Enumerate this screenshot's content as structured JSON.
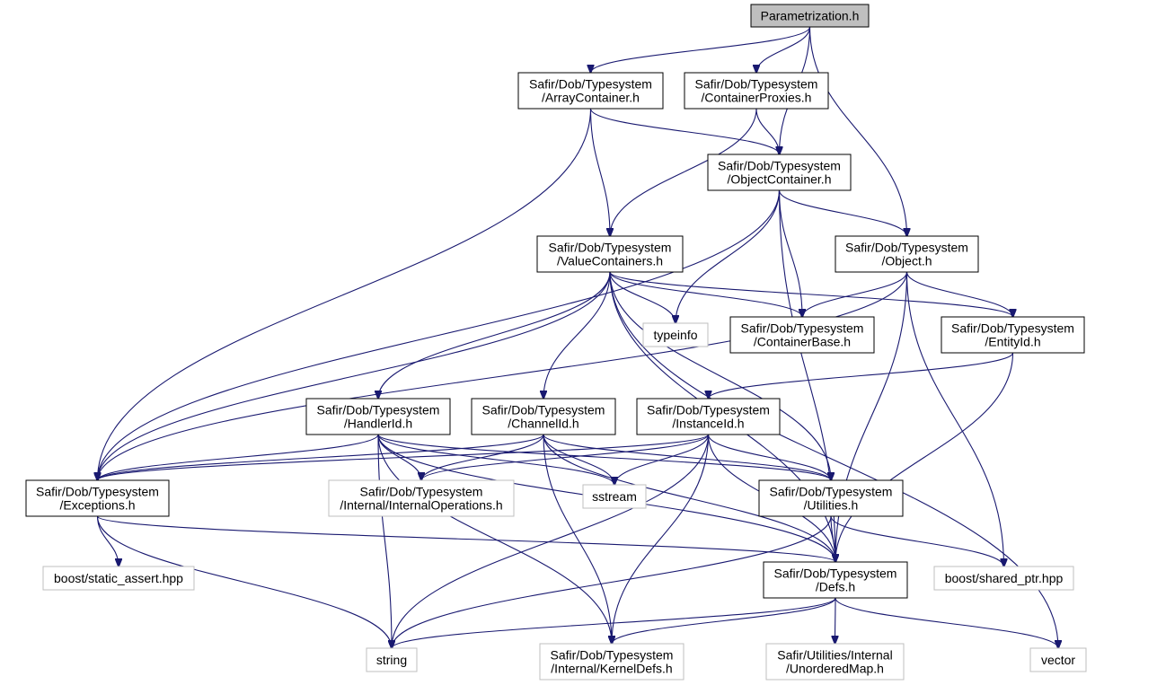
{
  "colors": {
    "edge": "#191970",
    "node_border": "#000000",
    "external_border": "#bfbfbf",
    "root_fill": "#bfbfbf",
    "node_fill": "#ffffff",
    "text": "#000000"
  },
  "nodes": {
    "param": {
      "lines": [
        "Parametrization.h"
      ],
      "style": "root"
    },
    "arr": {
      "lines": [
        "Safir/Dob/Typesystem",
        "/ArrayContainer.h"
      ],
      "style": "normal"
    },
    "cprox": {
      "lines": [
        "Safir/Dob/Typesystem",
        "/ContainerProxies.h"
      ],
      "style": "normal"
    },
    "objc": {
      "lines": [
        "Safir/Dob/Typesystem",
        "/ObjectContainer.h"
      ],
      "style": "normal"
    },
    "valc": {
      "lines": [
        "Safir/Dob/Typesystem",
        "/ValueContainers.h"
      ],
      "style": "normal"
    },
    "obj": {
      "lines": [
        "Safir/Dob/Typesystem",
        "/Object.h"
      ],
      "style": "normal"
    },
    "typeinfo": {
      "lines": [
        "typeinfo"
      ],
      "style": "external"
    },
    "cbase": {
      "lines": [
        "Safir/Dob/Typesystem",
        "/ContainerBase.h"
      ],
      "style": "normal"
    },
    "entity": {
      "lines": [
        "Safir/Dob/Typesystem",
        "/EntityId.h"
      ],
      "style": "normal"
    },
    "handler": {
      "lines": [
        "Safir/Dob/Typesystem",
        "/HandlerId.h"
      ],
      "style": "normal"
    },
    "channel": {
      "lines": [
        "Safir/Dob/Typesystem",
        "/ChannelId.h"
      ],
      "style": "normal"
    },
    "instance": {
      "lines": [
        "Safir/Dob/Typesystem",
        "/InstanceId.h"
      ],
      "style": "normal"
    },
    "exc": {
      "lines": [
        "Safir/Dob/Typesystem",
        "/Exceptions.h"
      ],
      "style": "normal"
    },
    "intops": {
      "lines": [
        "Safir/Dob/Typesystem",
        "/Internal/InternalOperations.h"
      ],
      "style": "external"
    },
    "sstream": {
      "lines": [
        "sstream"
      ],
      "style": "external"
    },
    "util": {
      "lines": [
        "Safir/Dob/Typesystem",
        "/Utilities.h"
      ],
      "style": "normal"
    },
    "sassert": {
      "lines": [
        "boost/static_assert.hpp"
      ],
      "style": "external"
    },
    "defs": {
      "lines": [
        "Safir/Dob/Typesystem",
        "/Defs.h"
      ],
      "style": "normal"
    },
    "shptr": {
      "lines": [
        "boost/shared_ptr.hpp"
      ],
      "style": "external"
    },
    "string": {
      "lines": [
        "string"
      ],
      "style": "external"
    },
    "kdefs": {
      "lines": [
        "Safir/Dob/Typesystem",
        "/Internal/KernelDefs.h"
      ],
      "style": "external"
    },
    "umap": {
      "lines": [
        "Safir/Utilities/Internal",
        "/UnorderedMap.h"
      ],
      "style": "external"
    },
    "vector": {
      "lines": [
        "vector"
      ],
      "style": "external"
    }
  },
  "edges": [
    [
      "param",
      "arr"
    ],
    [
      "param",
      "cprox"
    ],
    [
      "param",
      "objc"
    ],
    [
      "param",
      "obj"
    ],
    [
      "arr",
      "exc"
    ],
    [
      "arr",
      "objc"
    ],
    [
      "arr",
      "valc"
    ],
    [
      "cprox",
      "objc"
    ],
    [
      "cprox",
      "valc"
    ],
    [
      "objc",
      "exc"
    ],
    [
      "objc",
      "typeinfo"
    ],
    [
      "objc",
      "cbase"
    ],
    [
      "objc",
      "obj"
    ],
    [
      "objc",
      "defs"
    ],
    [
      "valc",
      "exc"
    ],
    [
      "valc",
      "typeinfo"
    ],
    [
      "valc",
      "cbase"
    ],
    [
      "valc",
      "entity"
    ],
    [
      "valc",
      "handler"
    ],
    [
      "valc",
      "channel"
    ],
    [
      "valc",
      "util"
    ],
    [
      "valc",
      "defs"
    ],
    [
      "valc",
      "vector"
    ],
    [
      "obj",
      "cbase"
    ],
    [
      "obj",
      "entity"
    ],
    [
      "obj",
      "exc"
    ],
    [
      "obj",
      "shptr"
    ],
    [
      "obj",
      "defs"
    ],
    [
      "entity",
      "instance"
    ],
    [
      "entity",
      "defs"
    ],
    [
      "handler",
      "exc"
    ],
    [
      "handler",
      "intops"
    ],
    [
      "handler",
      "sstream"
    ],
    [
      "handler",
      "util"
    ],
    [
      "handler",
      "string"
    ],
    [
      "handler",
      "kdefs"
    ],
    [
      "handler",
      "defs"
    ],
    [
      "channel",
      "exc"
    ],
    [
      "channel",
      "intops"
    ],
    [
      "channel",
      "sstream"
    ],
    [
      "channel",
      "util"
    ],
    [
      "channel",
      "kdefs"
    ],
    [
      "channel",
      "defs"
    ],
    [
      "instance",
      "exc"
    ],
    [
      "instance",
      "intops"
    ],
    [
      "instance",
      "sstream"
    ],
    [
      "instance",
      "util"
    ],
    [
      "instance",
      "string"
    ],
    [
      "instance",
      "kdefs"
    ],
    [
      "instance",
      "defs"
    ],
    [
      "exc",
      "sassert"
    ],
    [
      "exc",
      "string"
    ],
    [
      "exc",
      "defs"
    ],
    [
      "util",
      "string"
    ],
    [
      "util",
      "defs"
    ],
    [
      "util",
      "shptr"
    ],
    [
      "defs",
      "string"
    ],
    [
      "defs",
      "kdefs"
    ],
    [
      "defs",
      "umap"
    ],
    [
      "defs",
      "vector"
    ]
  ]
}
